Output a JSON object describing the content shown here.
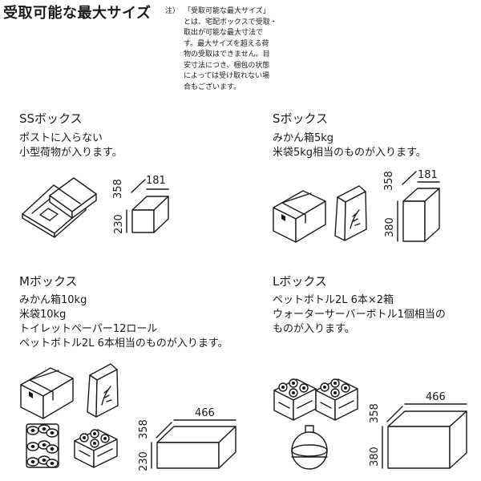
{
  "title": "受取可能な最大サイズ",
  "note": {
    "lead": "注）",
    "lines": [
      "「受取可能な最大サイズ」",
      "とは、宅配ボックスで受取・",
      "取出が可能な最大寸法で",
      "す。最大サイズを超える荷",
      "物の受取はできません。目",
      "安寸法につき、梱包の状態",
      "によっては受け取れない場",
      "合もございます。"
    ]
  },
  "boxes": {
    "ss": {
      "name": "SSボックス",
      "desc": [
        "ポストに入らない",
        "小型荷物が入ります。"
      ],
      "width": "181",
      "depth": "358",
      "height": "230"
    },
    "s": {
      "name": "Sボックス",
      "desc": [
        "みかん箱5kg",
        "米袋5kg相当のものが入ります。"
      ],
      "width": "181",
      "depth": "358",
      "height": "380"
    },
    "m": {
      "name": "Mボックス",
      "desc": [
        "みかん箱10kg",
        "米袋10kg",
        "トイレットペーパー12ロール",
        "ペットボトル2L 6本相当のものが入ります。"
      ],
      "width": "466",
      "depth": "358",
      "height": "230"
    },
    "l": {
      "name": "Lボックス",
      "desc": [
        "ペットボトル2L 6本×2箱",
        "ウォーターサーバーボトル1個相当の",
        "ものが入ります。"
      ],
      "width": "466",
      "depth": "358",
      "height": "380"
    }
  }
}
